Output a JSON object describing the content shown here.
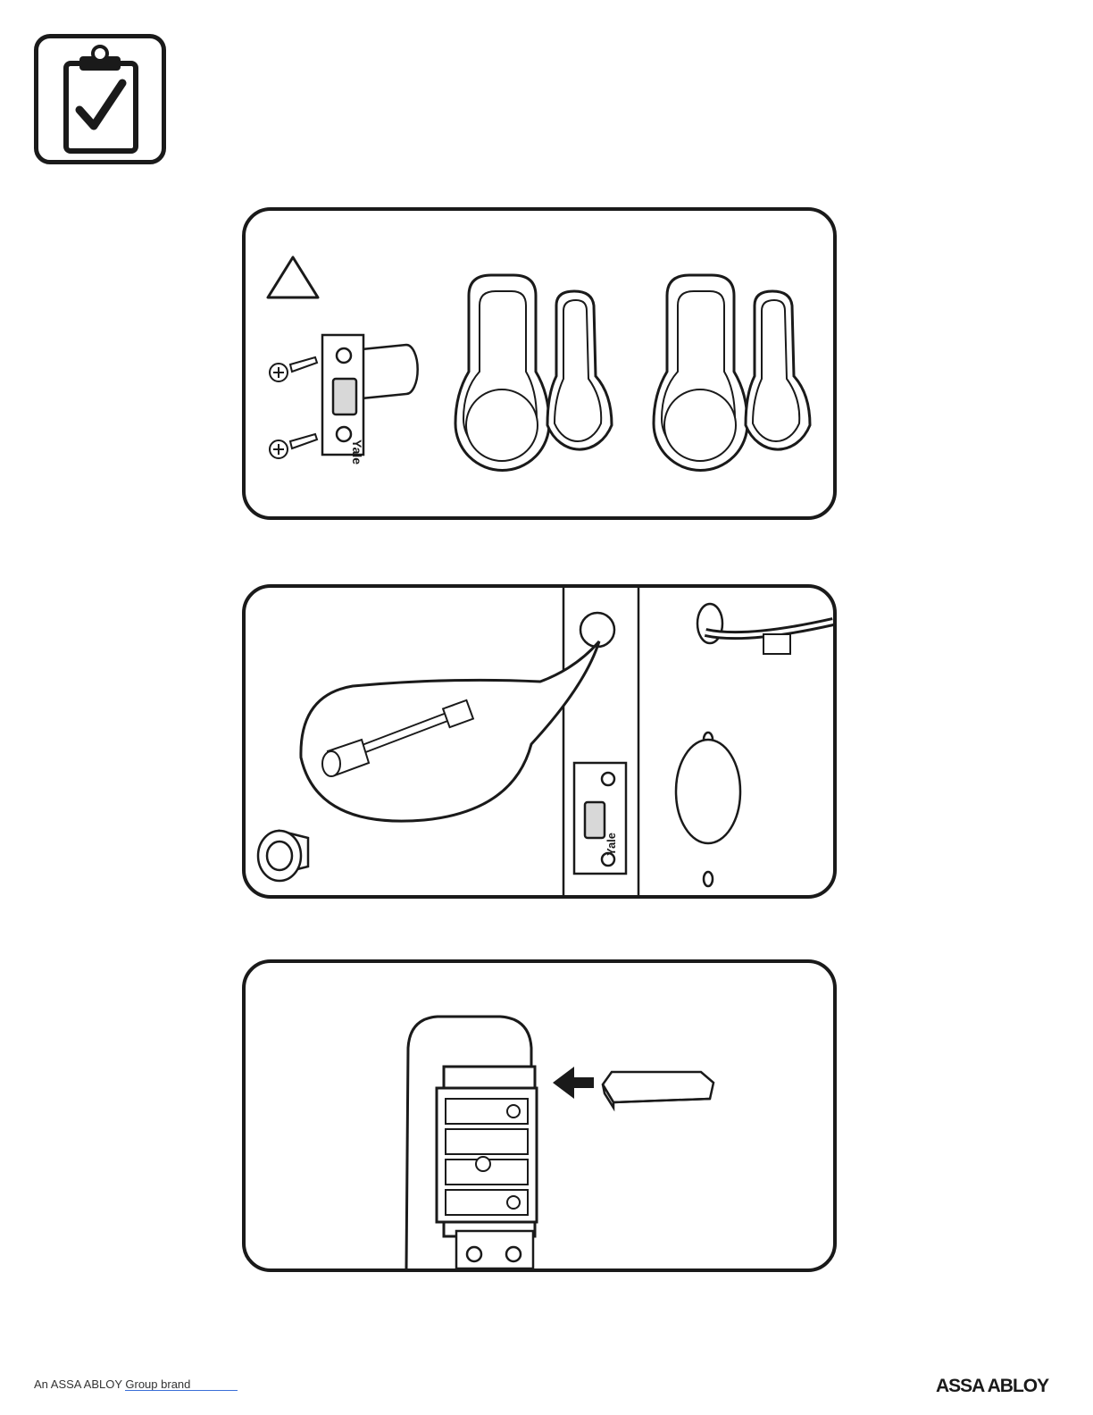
{
  "header": {
    "icon": "clipboard-check-icon"
  },
  "panel_1": {
    "icons": [
      "warning-triangle-icon",
      "screw-icon",
      "latch-icon",
      "key-fob-icon"
    ],
    "latch_brand": "Yale"
  },
  "panel_2": {
    "icons": [
      "door-edge-icon",
      "door-sensor-icon",
      "grommet-icon",
      "cable-connector-icon"
    ],
    "latch_brand": "Yale"
  },
  "panel_3": {
    "icons": [
      "lock-interior-icon",
      "battery-pack-icon",
      "insert-arrow-icon",
      "module-icon"
    ]
  },
  "footer": {
    "tagline": "An ASSA ABLOY Group brand",
    "logo": "ASSA ABLOY",
    "link_color": "#3a6fd8"
  }
}
